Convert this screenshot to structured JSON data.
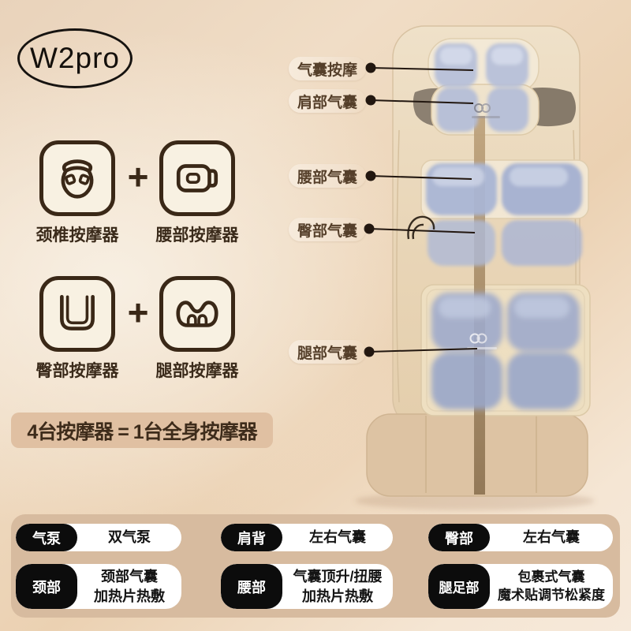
{
  "badge": {
    "label": "W2pro"
  },
  "devices": {
    "rows": [
      {
        "plus": "+",
        "items": [
          {
            "name": "颈椎按摩器",
            "icon": "neck-massager-icon"
          },
          {
            "name": "腰部按摩器",
            "icon": "waist-massager-icon"
          }
        ]
      },
      {
        "plus": "+",
        "items": [
          {
            "name": "臀部按摩器",
            "icon": "hip-massager-icon"
          },
          {
            "name": "腿部按摩器",
            "icon": "leg-massager-icon"
          }
        ]
      }
    ]
  },
  "equation": {
    "text": "4台按摩器 = 1台全身按摩器"
  },
  "callouts": [
    {
      "label": "气囊按摩"
    },
    {
      "label": "肩部气囊"
    },
    {
      "label": "腰部气囊"
    },
    {
      "label": "臀部气囊"
    },
    {
      "label": "腿部气囊"
    }
  ],
  "spec_table": {
    "cells": [
      {
        "key": "气泵",
        "value": "双气泵"
      },
      {
        "key": "肩背",
        "value": "左右气囊"
      },
      {
        "key": "臀部",
        "value": "左右气囊"
      },
      {
        "key": "颈部",
        "value": "颈部气囊\n加热片热敷"
      },
      {
        "key": "腰部",
        "value": "气囊顶升/扭腰\n加热片热敷"
      },
      {
        "key": "腿足部",
        "value": "包裹式气囊\n魔术贴调节松紧度"
      }
    ]
  },
  "colors": {
    "ink": "#3a2817",
    "background_top": "#ead7c3",
    "background_bottom": "#f6e9da",
    "banner_bg": "#e0c0a2",
    "spec_card_bg": "#d7bb9f",
    "spec_key_bg": "#0c0c0c",
    "spec_value_bg": "#ffffff",
    "airbag_blue": "#a9b5d4",
    "mat_cream": "#e9d6b8"
  }
}
